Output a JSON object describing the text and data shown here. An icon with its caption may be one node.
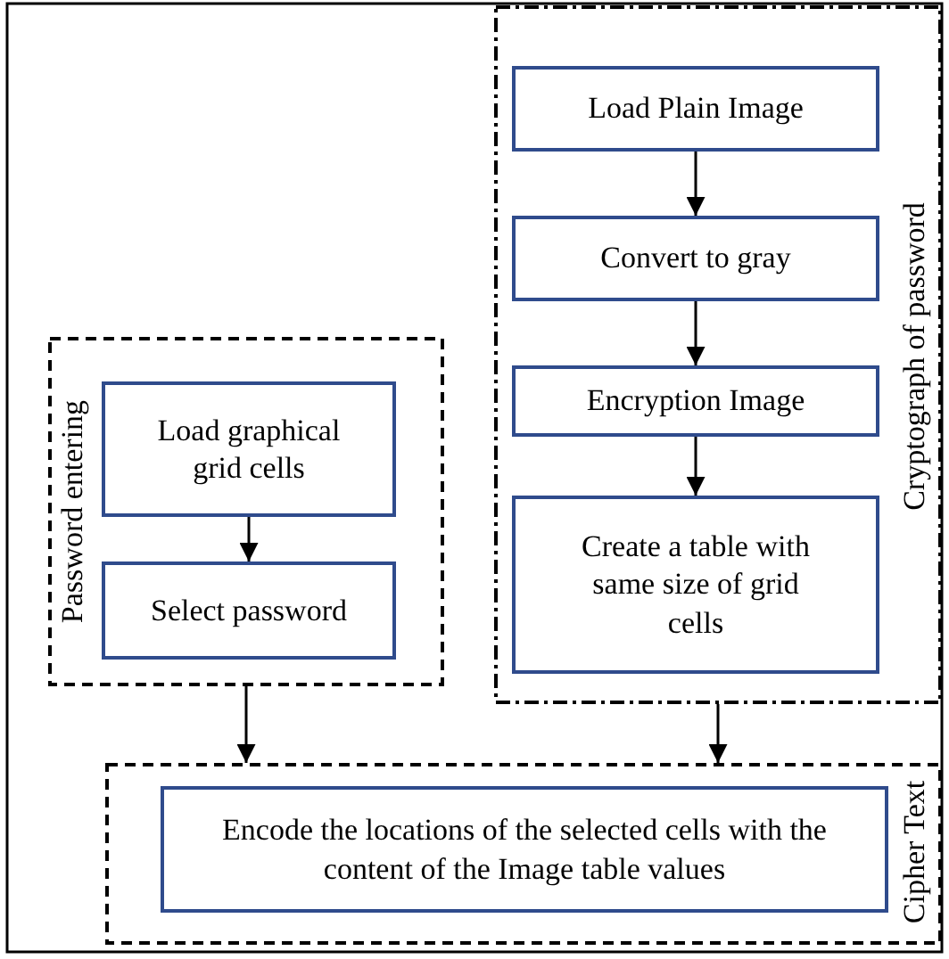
{
  "diagram": {
    "nodes": [
      {
        "text": [
          "Password entering"
        ]
      },
      {
        "text": [
          "Load graphical grid cells"
        ],
        "in": 0
      },
      {
        "text": [
          "Select password"
        ],
        "in": 0
      },
      {
        "text": [
          "Cryptograph of password"
        ]
      },
      {
        "text": [
          "Load Plain Image"
        ],
        "in": 3
      },
      {
        "text": [
          "Convert to gray"
        ],
        "in": 3
      },
      {
        "text": [
          "Encryption Image"
        ],
        "in": 3
      },
      {
        "text": [
          "Create a table with same size of grid cells"
        ],
        "in": 3
      },
      {
        "text": [
          "Cipher Text"
        ]
      },
      {
        "text": [
          "Encode the locations of the selected cells with the content of the Image table values"
        ],
        "in": 8
      }
    ],
    "edges": [
      {
        "from": 1,
        "to": 2,
        "arrow": "to"
      },
      {
        "from": 4,
        "to": 5,
        "arrow": "to"
      },
      {
        "from": 5,
        "to": 6,
        "arrow": "to"
      },
      {
        "from": 6,
        "to": 7,
        "arrow": "to"
      },
      {
        "from": 0,
        "to": 8,
        "arrow": "to"
      },
      {
        "from": 3,
        "to": 8,
        "arrow": "to"
      }
    ]
  }
}
